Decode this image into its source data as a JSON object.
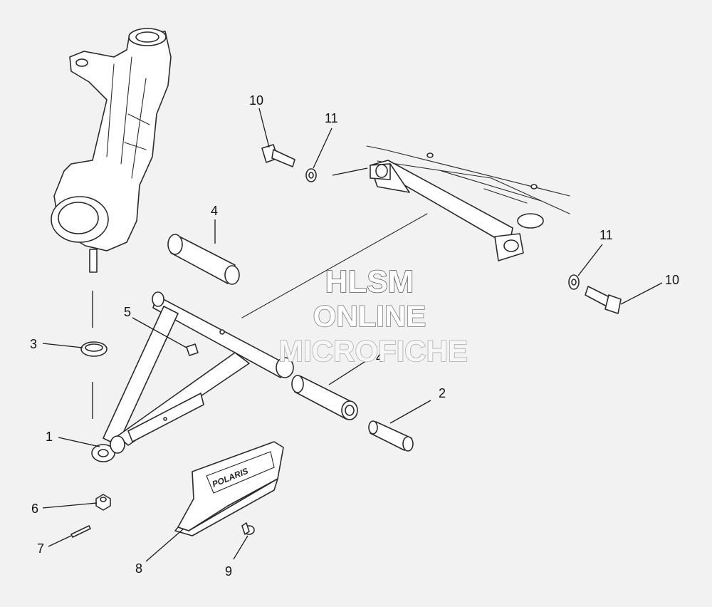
{
  "watermark": {
    "line1": "HLSM",
    "line2": "ONLINE",
    "line3": "MICROFICHE"
  },
  "brand_label": "POLARIS",
  "callouts": {
    "c1": "1",
    "c2": "2",
    "c3": "3",
    "c4a": "4",
    "c4b": "4",
    "c5": "5",
    "c6": "6",
    "c7": "7",
    "c8": "8",
    "c9": "9",
    "c10a": "10",
    "c10b": "10",
    "c11a": "11",
    "c11b": "11"
  }
}
